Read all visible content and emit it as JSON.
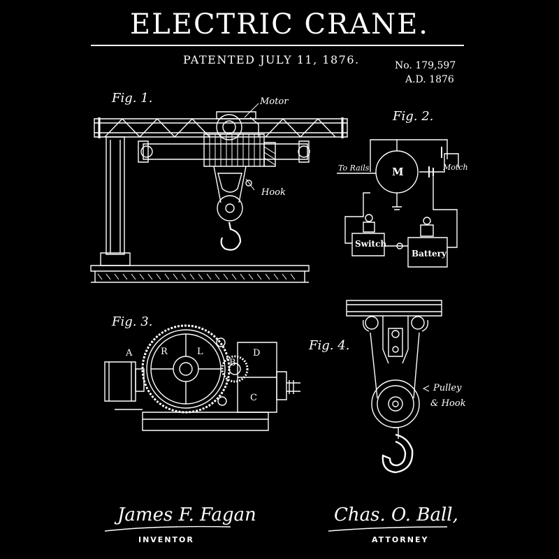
{
  "header": {
    "title": "ELECTRIC CRANE.",
    "patented": "PATENTED JULY 11, 1876.",
    "number": "No. 179,597",
    "year": "A.D. 1876"
  },
  "figures": {
    "fig1": {
      "label": "Fig. 1.",
      "callouts": {
        "motor": "Motor",
        "hook": "Hook"
      }
    },
    "fig2": {
      "label": "Fig. 2.",
      "callouts": {
        "to_rails": "To Rails",
        "motor_symbol": "M",
        "motch": "Motch",
        "switch": "Switch",
        "battery": "Battery"
      }
    },
    "fig3": {
      "label": "Fig. 3.",
      "letters": {
        "a": "A",
        "r": "R",
        "l": "L",
        "d": "D",
        "b": "B",
        "c": "C"
      }
    },
    "fig4": {
      "label": "Fig. 4.",
      "callouts": {
        "pulley": "Pulley",
        "and_hook": "& Hook"
      }
    }
  },
  "signatures": {
    "inventor_name": "James F. Fagan",
    "inventor_role": "INVENTOR",
    "attorney_name": "Chas. O. Ball,",
    "attorney_role": "ATTORNEY"
  },
  "colors": {
    "background": "#000000",
    "ink": "#ffffff"
  }
}
